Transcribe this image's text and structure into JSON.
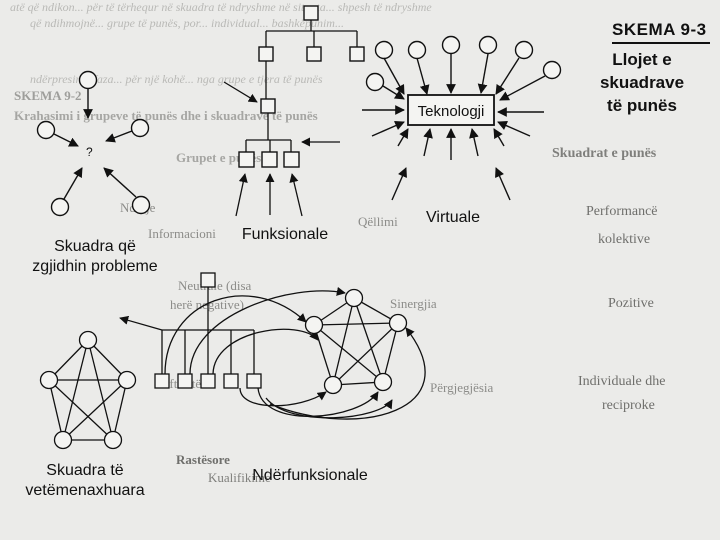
{
  "schema": {
    "number": "SKEMA 9-3",
    "title_line1": "Llojet e skuadrave",
    "title_line2": "të punës",
    "tech_box": "Teknologji",
    "question_mark": "?"
  },
  "captions": {
    "problem_solving_line1": "Skuadra që",
    "problem_solving_line2": "zgjidhin probleme",
    "functional": "Funksionale",
    "virtual": "Virtuale",
    "self_managed_line1": "Skuadra të",
    "self_managed_line2": "vetëmenaxhuara",
    "cross_functional": "Ndërfunksionale"
  },
  "bleed_through": {
    "top_line1": "atë që ndikon... për të tërhequr në skuadra të ndryshme në situata... shpesh të ndryshme",
    "top_line2": "që ndihmojnë... grupe të punës, por... individual... bashkëpunim...",
    "top_line3": "ndërpresin... faza... për një kohë... nga grupe e tjera të punës",
    "schema_prev": "SKEMA 9-2",
    "schema_prev_title": "Krahasimi i grupeve të punës dhe i skuadrave të punës",
    "col_teams": "Skuadrat e punës",
    "col_groups": "Grupet e punës",
    "rows": [
      "Performancë",
      "kolektive",
      "Neutrale (disa",
      "herë negative)",
      "Pozitive",
      "Individuale dhe",
      "reciproke",
      "Kualifikime"
    ],
    "mid_labels": [
      "Ndarje",
      "Informacioni",
      "Qëllimi",
      "Sinergjia",
      "Përgjegjësia",
      "Aftësitë",
      "Rastësore"
    ]
  }
}
